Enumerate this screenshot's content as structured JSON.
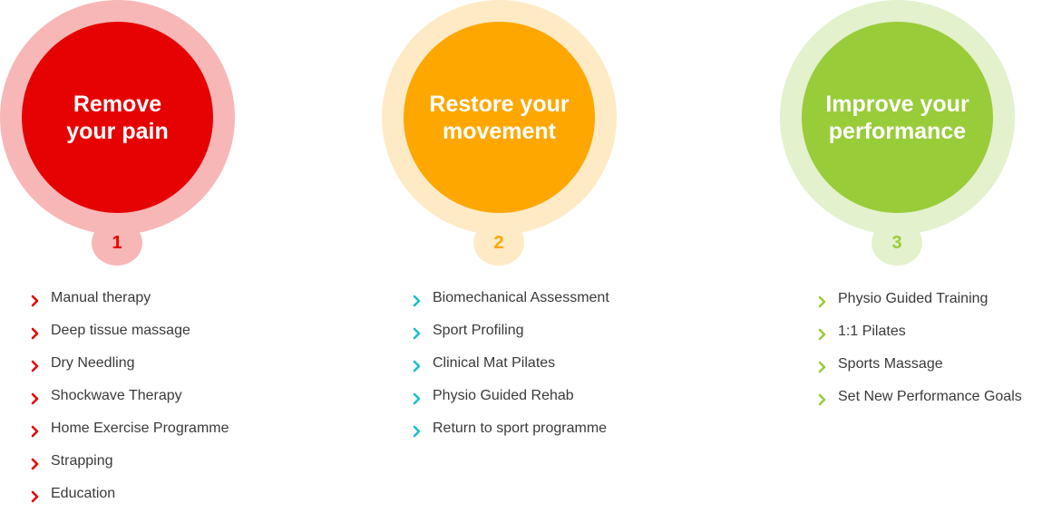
{
  "steps": [
    {
      "title": "Remove\nyour pain",
      "number": "1",
      "colors": {
        "ring": "#f8b7b7",
        "circle": "#e60203",
        "chevron": "#e60203"
      },
      "items": [
        "Manual therapy",
        "Deep tissue massage",
        "Dry Needling",
        "Shockwave Therapy",
        "Home Exercise Programme",
        "Strapping",
        "Education"
      ]
    },
    {
      "title": "Restore your\nmovement",
      "number": "2",
      "colors": {
        "ring": "#feebc6",
        "circle": "#fea701",
        "chevron": "#1cbfc9"
      },
      "items": [
        "Biomechanical Assessment",
        "Sport Profiling",
        "Clinical Mat Pilates",
        "Physio Guided Rehab",
        "Return to sport programme"
      ]
    },
    {
      "title": "Improve your\nperformance",
      "number": "3",
      "colors": {
        "ring": "#e3f1cd",
        "circle": "#99cc39",
        "chevron": "#99cc39"
      },
      "items": [
        "Physio Guided Training",
        "1:1 Pilates",
        "Sports Massage",
        "Set New Performance Goals"
      ]
    }
  ],
  "icons": {
    "list_bullet": "chevron-right-icon"
  }
}
